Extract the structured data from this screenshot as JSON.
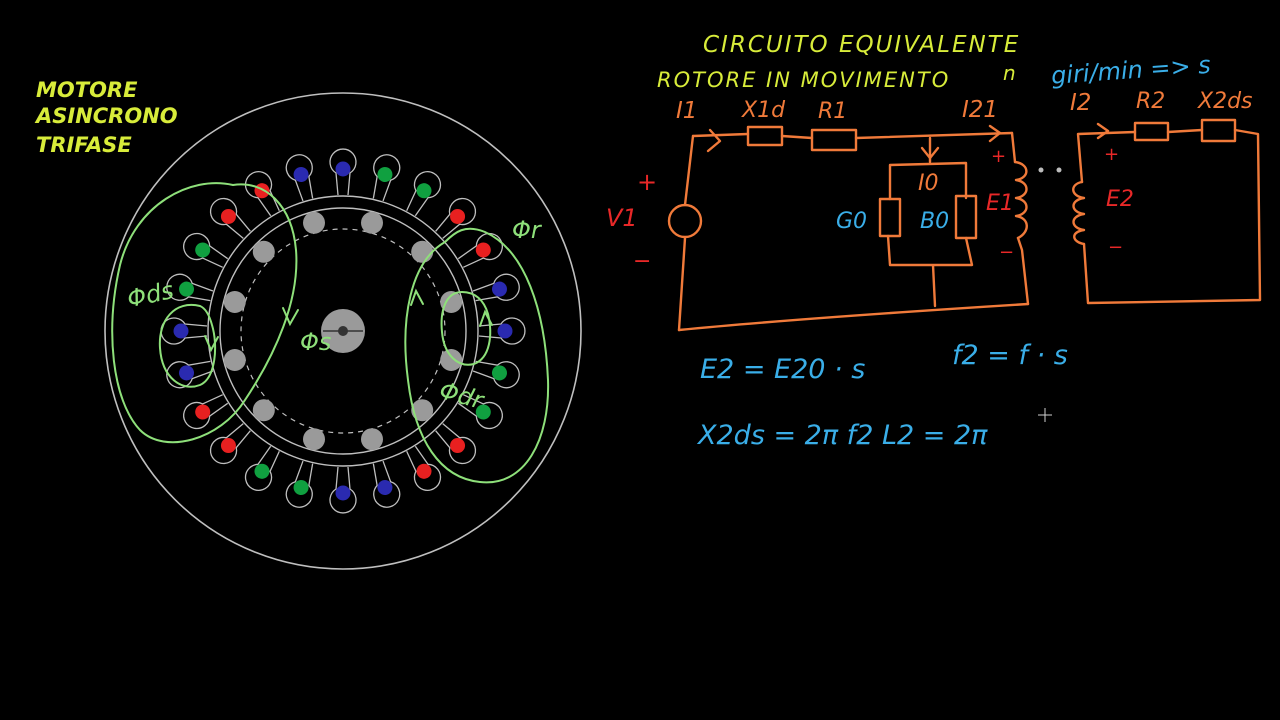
{
  "motor_title": [
    "MOTORE",
    "ASINCRONO",
    "TRIFASE"
  ],
  "circuit_title": "CIRCUITO EQUIVALENTE",
  "subtitle": "ROTORE IN MOVIMENTO",
  "speed_symbol": "n",
  "slip_note": "giri/min => s",
  "flux_labels": {
    "air_gap": "Φs",
    "stator_leak": "Φds",
    "rotor_main": "Φr",
    "rotor_leak": "Φdr"
  },
  "circuit_labels": {
    "i1": "I1",
    "x1d": "X1d",
    "r1": "R1",
    "i21": "I21",
    "i2": "I2",
    "r2": "R2",
    "x2ds": "X2ds",
    "v1": "V1",
    "plus": "+",
    "minus": "−",
    "i0": "I0",
    "g0": "G0",
    "b0": "B0",
    "e1": "E1",
    "e2": "E2"
  },
  "equations": {
    "e2": "E2 = E20 · s",
    "f2": "f2 = f · s",
    "x2ds": "X2ds = 2π f2 L2 = 2π"
  },
  "colors": {
    "title_yellow": "#d8ec3a",
    "circuit_orange": "#f07a3a",
    "emf_red": "#e82828",
    "param_blue": "#3aaee8",
    "flux_green": "#8ee07a",
    "slot_red": "#e82020",
    "slot_green": "#10a040",
    "slot_blue": "#2a2ab0",
    "rotor_grey": "#9a9a9a"
  }
}
